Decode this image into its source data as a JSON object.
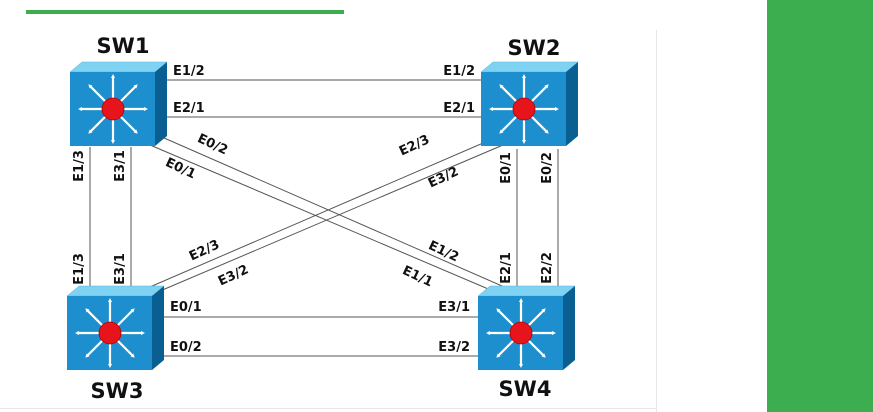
{
  "switches": [
    {
      "id": "sw1",
      "name": "SW1"
    },
    {
      "id": "sw2",
      "name": "SW2"
    },
    {
      "id": "sw3",
      "name": "SW3"
    },
    {
      "id": "sw4",
      "name": "SW4"
    }
  ],
  "links": [
    {
      "id": "sw1-sw2-a",
      "a": "sw1",
      "a_port": "E1/2",
      "b": "sw2",
      "b_port": "E1/2"
    },
    {
      "id": "sw1-sw2-b",
      "a": "sw1",
      "a_port": "E2/1",
      "b": "sw2",
      "b_port": "E2/1"
    },
    {
      "id": "sw1-sw3-a",
      "a": "sw1",
      "a_port": "E1/3",
      "b": "sw3",
      "b_port": "E1/3"
    },
    {
      "id": "sw1-sw3-b",
      "a": "sw1",
      "a_port": "E3/1",
      "b": "sw3",
      "b_port": "E3/1"
    },
    {
      "id": "sw1-sw4-a",
      "a": "sw1",
      "a_port": "E0/2",
      "b": "sw4",
      "b_port": "E1/2"
    },
    {
      "id": "sw1-sw4-b",
      "a": "sw1",
      "a_port": "E0/1",
      "b": "sw4",
      "b_port": "E1/1"
    },
    {
      "id": "sw2-sw3-a",
      "a": "sw2",
      "a_port": "E2/3",
      "b": "sw3",
      "b_port": "E2/3"
    },
    {
      "id": "sw2-sw3-b",
      "a": "sw2",
      "a_port": "E3/2",
      "b": "sw3",
      "b_port": "E3/2"
    },
    {
      "id": "sw2-sw4-a",
      "a": "sw2",
      "a_port": "E0/1",
      "b": "sw4",
      "b_port": "E2/1"
    },
    {
      "id": "sw2-sw4-b",
      "a": "sw2",
      "a_port": "E0/2",
      "b": "sw4",
      "b_port": "E2/2"
    },
    {
      "id": "sw3-sw4-a",
      "a": "sw3",
      "a_port": "E0/1",
      "b": "sw4",
      "b_port": "E3/1"
    },
    {
      "id": "sw3-sw4-b",
      "a": "sw3",
      "a_port": "E0/2",
      "b": "sw4",
      "b_port": "E3/2"
    }
  ],
  "colors": {
    "accent_green": "#3cae4f",
    "switch_face": "#1e8fce",
    "switch_top": "#7fd2f2",
    "switch_side": "#0a5f92",
    "switch_core": "#e8141c"
  },
  "icons": {
    "switch": "layer3-switch-icon"
  }
}
